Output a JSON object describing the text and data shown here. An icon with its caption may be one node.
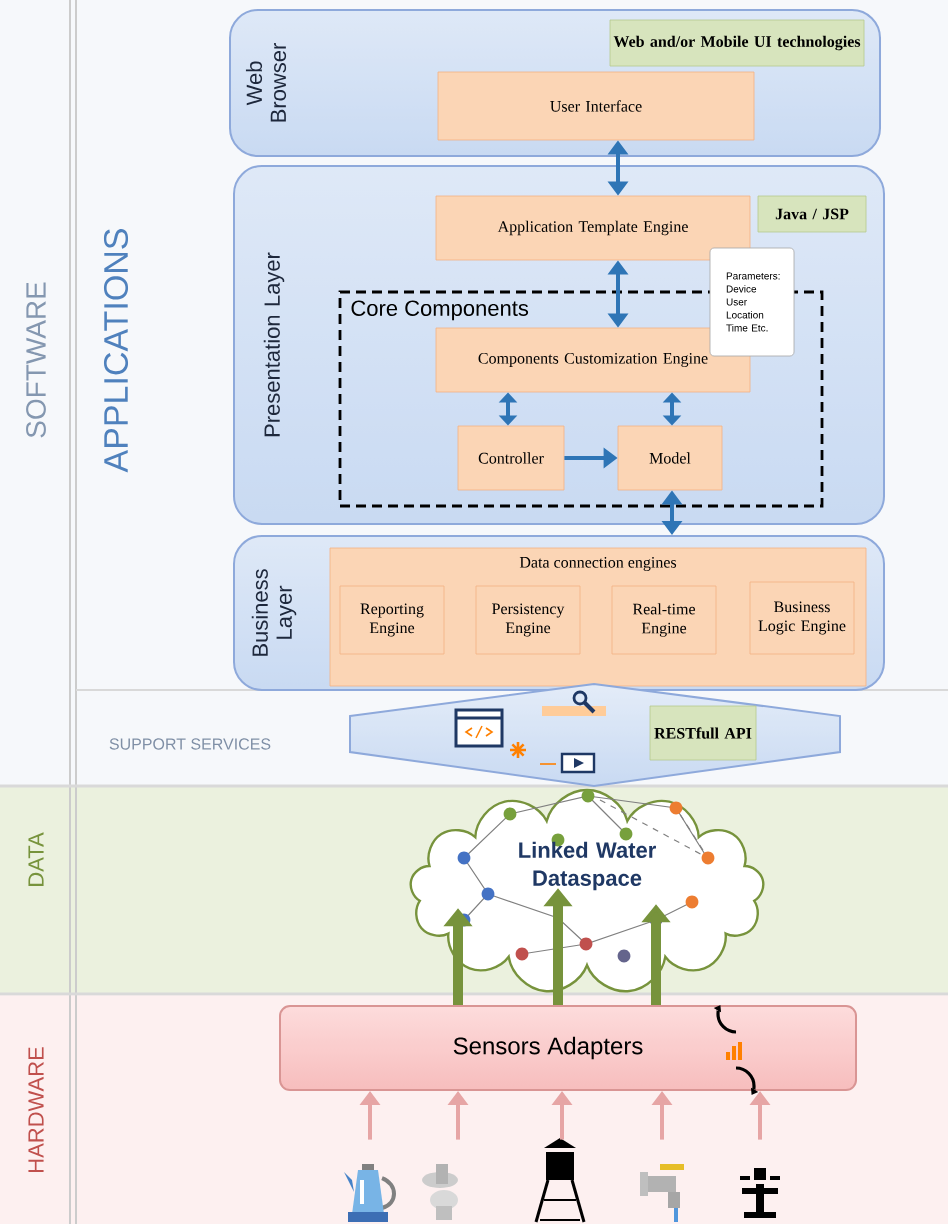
{
  "diagram": {
    "nodes": [
      {
        "text": [
          "Web Browser"
        ]
      },
      {
        "text": [
          "Web and/or Mobile UI technologies"
        ],
        "in": 0
      },
      {
        "text": [
          "User Interface"
        ],
        "in": 0
      },
      {
        "text": [
          "Presentation Layer"
        ]
      },
      {
        "text": [
          "Application Template Engine"
        ],
        "in": 3
      },
      {
        "text": [
          "Java / JSP"
        ],
        "in": 3
      },
      {
        "text": [
          "Core Components"
        ],
        "in": 3
      },
      {
        "text": [
          "Components Customization Engine"
        ],
        "in": 6
      },
      {
        "text": [
          "Controller"
        ],
        "in": 6
      },
      {
        "text": [
          "Model"
        ],
        "in": 6
      },
      {
        "text": [
          "Parameters: Device User Location Time Etc."
        ],
        "in": 3
      },
      {
        "text": [
          "Business Layer"
        ]
      },
      {
        "text": [
          "Data connection engines"
        ],
        "in": 11
      },
      {
        "text": [
          "Reporting Engine"
        ],
        "in": 12
      },
      {
        "text": [
          "Persistency Engine"
        ],
        "in": 12
      },
      {
        "text": [
          "Real-time Engine"
        ],
        "in": 12
      },
      {
        "text": [
          "Business Logic Engine"
        ],
        "in": 12
      },
      {
        "text": [],
        "shape": "arrow"
      },
      {
        "text": [
          "RESTfull API"
        ],
        "in": 17
      },
      {
        "text": [
          "Linked Water Dataspace"
        ]
      },
      {
        "text": [
          "Sensors Adapters"
        ]
      },
      {
        "text": [],
        "shape": "picture"
      },
      {
        "text": [],
        "shape": "picture"
      },
      {
        "text": [],
        "shape": "picture"
      },
      {
        "text": [],
        "shape": "picture"
      },
      {
        "text": [],
        "shape": "picture"
      }
    ],
    "edges": [
      {
        "from": 2,
        "to": 4,
        "arrow": "both",
        "color": "#2e75b6"
      },
      {
        "from": 4,
        "to": 7,
        "arrow": "both",
        "color": "#2e75b6"
      },
      {
        "from": 7,
        "to": 8,
        "arrow": "both",
        "color": "#2e75b6"
      },
      {
        "from": 7,
        "to": 9,
        "arrow": "both",
        "color": "#2e75b6"
      },
      {
        "from": 8,
        "to": 9,
        "arrow": "to",
        "color": "#2e75b6"
      },
      {
        "from": 9,
        "to": 11,
        "arrow": "both",
        "color": "#2e75b6"
      },
      {
        "from": 20,
        "to": 19,
        "arrow": "to",
        "style": "thick",
        "color": "#77933c"
      },
      {
        "from": 20,
        "to": 19,
        "arrow": "to",
        "style": "thick",
        "color": "#77933c"
      },
      {
        "from": 20,
        "to": 19,
        "arrow": "to",
        "style": "thick",
        "color": "#77933c"
      },
      {
        "from": 21,
        "to": 20,
        "arrow": "to",
        "color": "#e6a5a5"
      },
      {
        "from": 22,
        "to": 20,
        "arrow": "to",
        "color": "#e6a5a5"
      },
      {
        "from": 23,
        "to": 20,
        "arrow": "to",
        "color": "#e6a5a5"
      },
      {
        "from": 24,
        "to": 20,
        "arrow": "to",
        "color": "#e6a5a5"
      },
      {
        "from": 25,
        "to": 20,
        "arrow": "to",
        "color": "#e6a5a5"
      }
    ],
    "labels": [
      "SOFTWARE",
      "APPLICATIONS",
      "SUPPORT SERVICES",
      "DATA",
      "HARDWARE"
    ]
  }
}
